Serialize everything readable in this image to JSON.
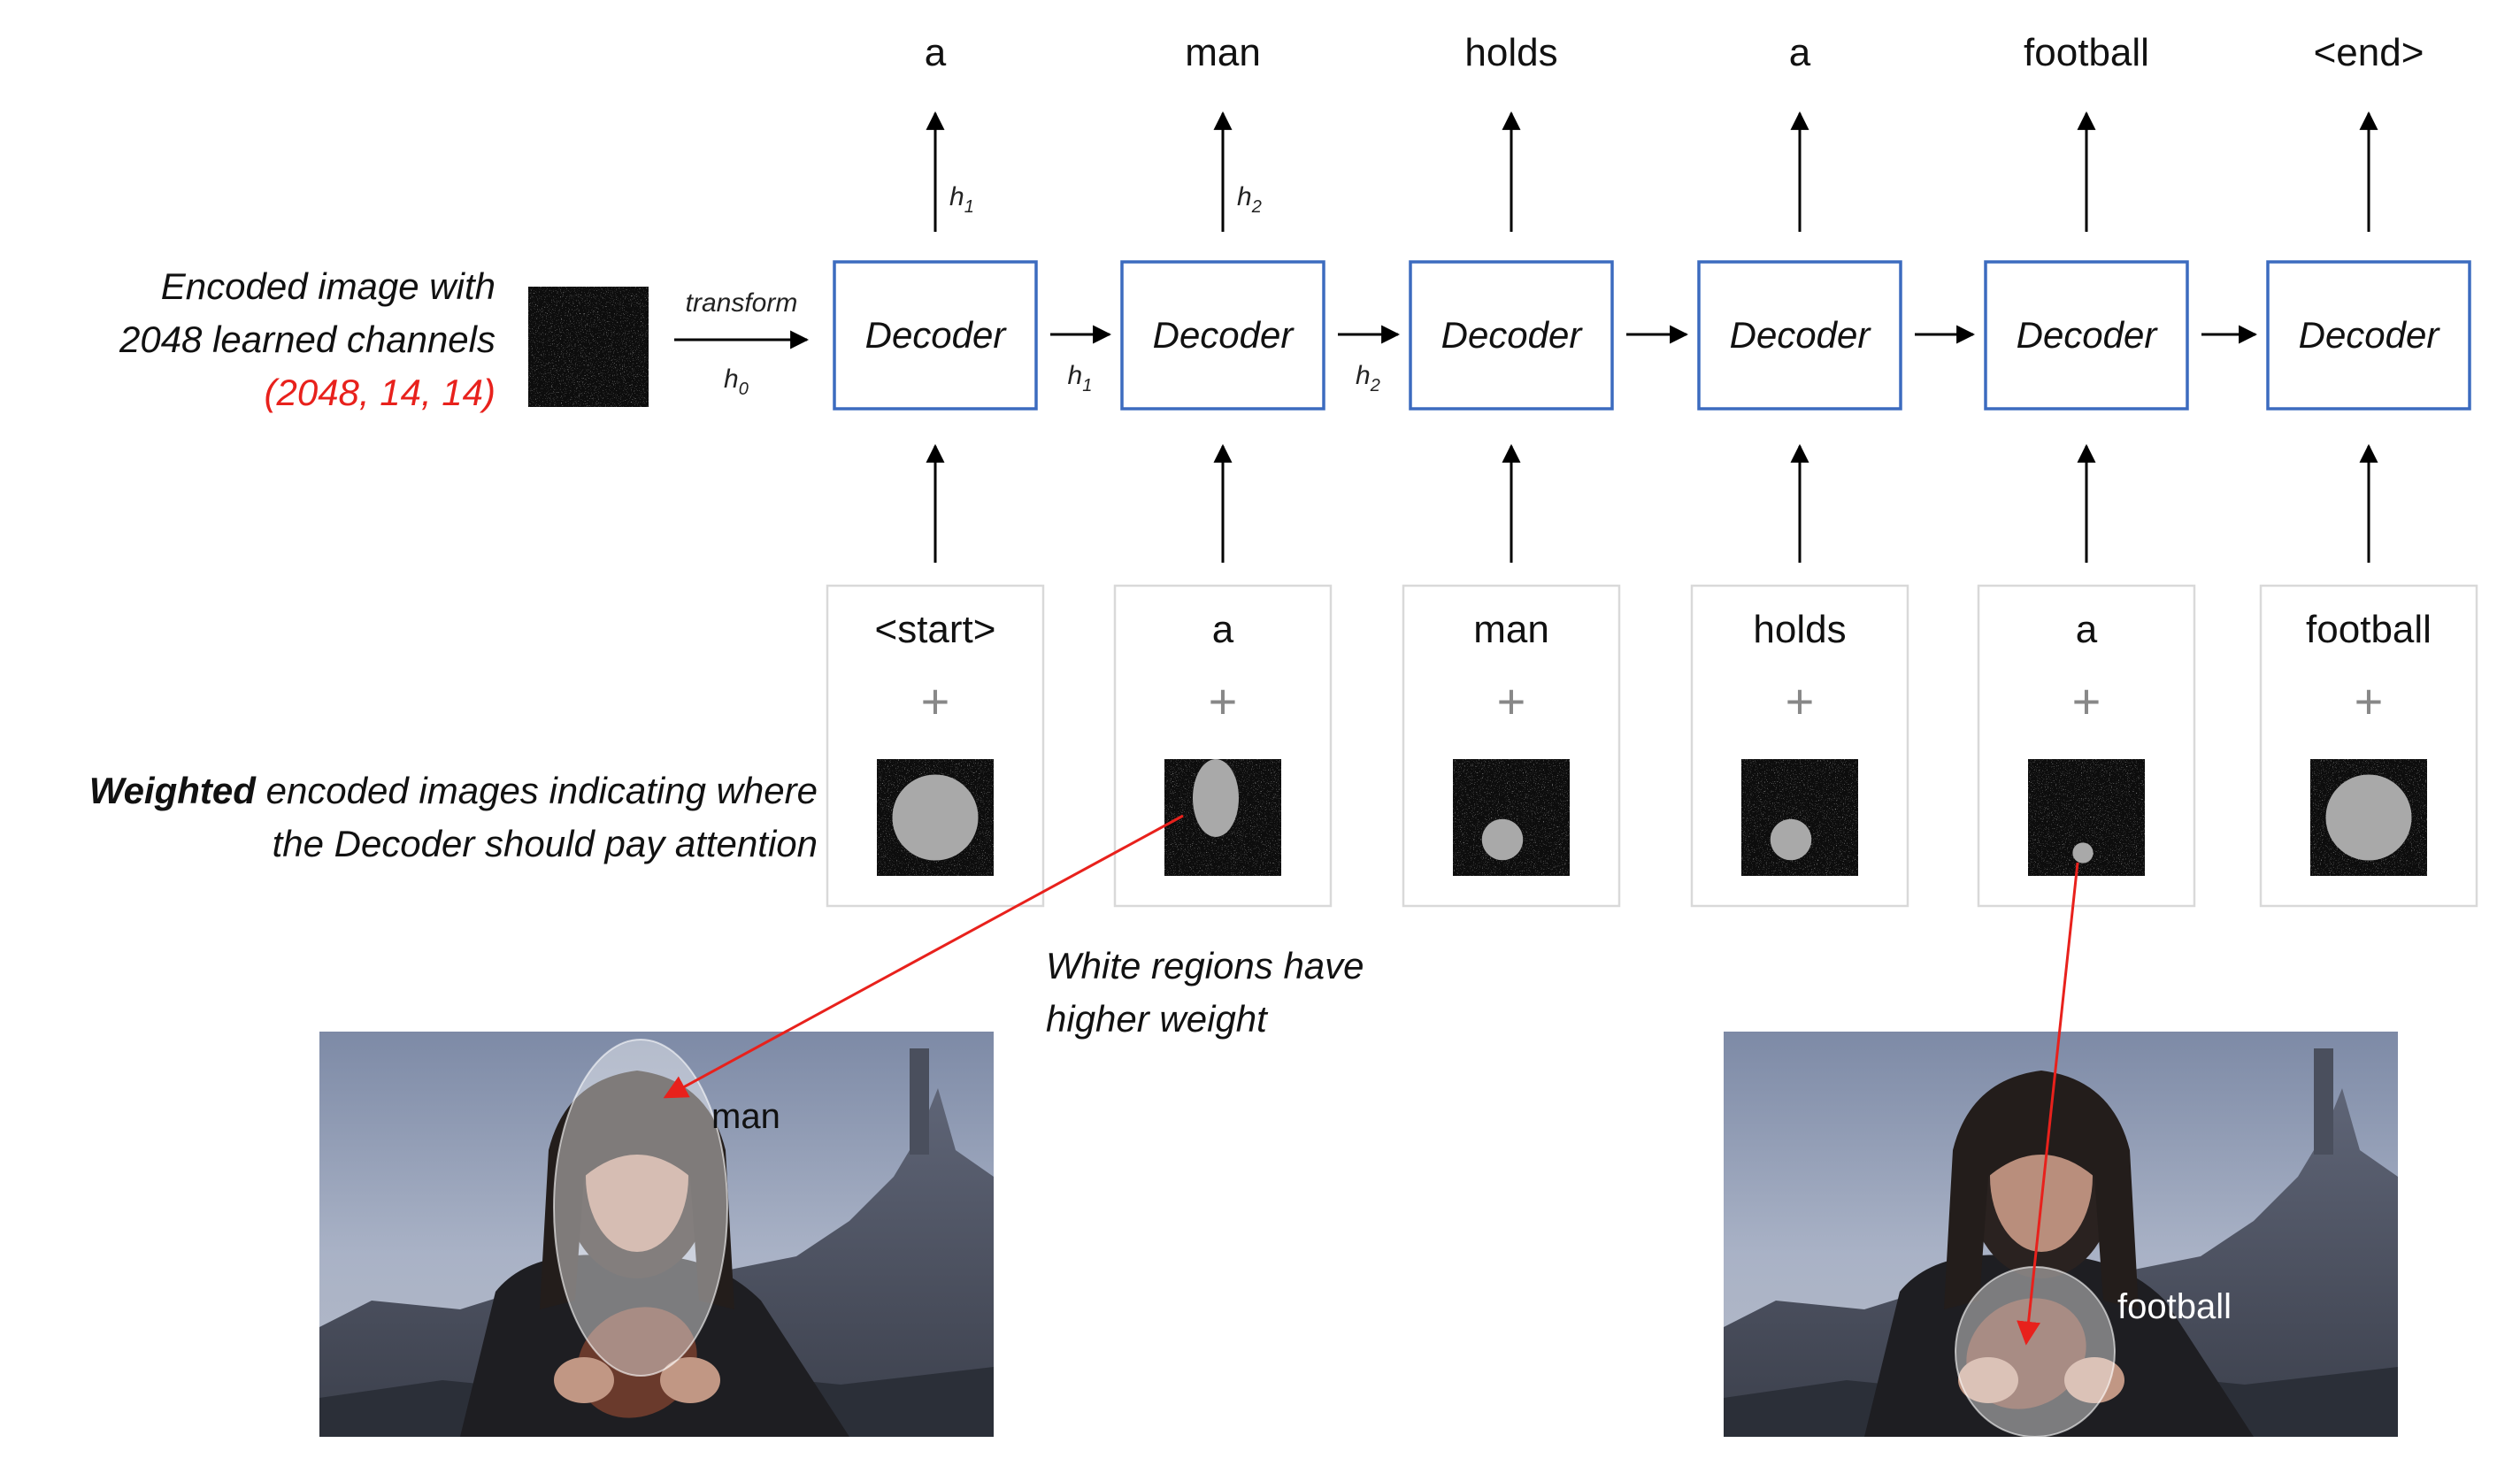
{
  "encoded": {
    "line1": "Encoded image with",
    "line2": "2048 learned channels",
    "shape": "(2048, 14, 14)",
    "transform": "transform",
    "h0": "h",
    "h0_sub": "0"
  },
  "outputs": [
    "a",
    "man",
    "holds",
    "a",
    "football",
    "<end>"
  ],
  "decoder_label": "Decoder",
  "hidden": [
    {
      "h": "h",
      "sub": "1"
    },
    {
      "h": "h",
      "sub": "2"
    }
  ],
  "inputs": [
    "<start>",
    "a",
    "man",
    "holds",
    "a",
    "football"
  ],
  "plus": "+",
  "weighted": {
    "bold": "Weighted",
    "rest": " encoded images indicating where",
    "line2": "the Decoder should pay attention"
  },
  "white_regions": {
    "line1": "White regions have",
    "line2": "higher weight"
  },
  "photo_left_label": "man",
  "photo_right_label": "football",
  "colors": {
    "decoder_border": "#3c6bbf",
    "red_accent": "#e8211c",
    "input_box_border": "#d9d9d9"
  },
  "attention_spot_radii": [
    0.35,
    0.2,
    0.16,
    0.16,
    0.08,
    0.35
  ]
}
